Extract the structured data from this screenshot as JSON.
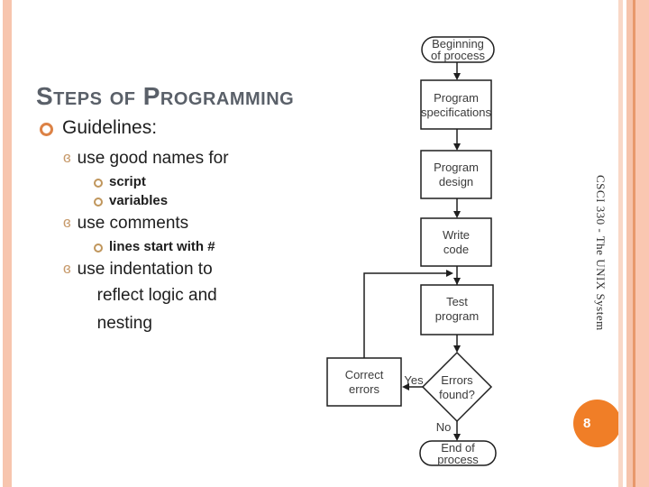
{
  "slide": {
    "title": "Steps of Programming",
    "page_number": "8",
    "side_label": "CSCI 330 - The UNIX System"
  },
  "bullets": {
    "guidelines": "Guidelines:",
    "good_names": "use good names for",
    "script": "script",
    "variables": "variables",
    "comments": "use comments",
    "lines_start": "lines start with #",
    "indentation_1": "use indentation to",
    "indentation_2": "reflect logic and",
    "indentation_3": "nesting"
  },
  "icons": {
    "level1_bullet": "circle-outline-orange",
    "level2_bullet": "ɞ",
    "level3_bullet": "circle-outline-small"
  },
  "colors": {
    "accent_orange": "#F07E27",
    "bullet_orange": "#DC8246",
    "bullet_tan": "#C79A6B",
    "stripe_peach": "#F7C5AE",
    "title_gray": "#5A6069"
  },
  "flowchart": {
    "begin": [
      "Beginning",
      "of process"
    ],
    "spec": [
      "Program",
      "specifications"
    ],
    "design": [
      "Program",
      "design"
    ],
    "write": [
      "Write",
      "code"
    ],
    "test": [
      "Test",
      "program"
    ],
    "errors": [
      "Errors",
      "found?"
    ],
    "correct": [
      "Correct",
      "errors"
    ],
    "end": [
      "End of",
      "process"
    ],
    "yes_label": "Yes",
    "no_label": "No"
  }
}
